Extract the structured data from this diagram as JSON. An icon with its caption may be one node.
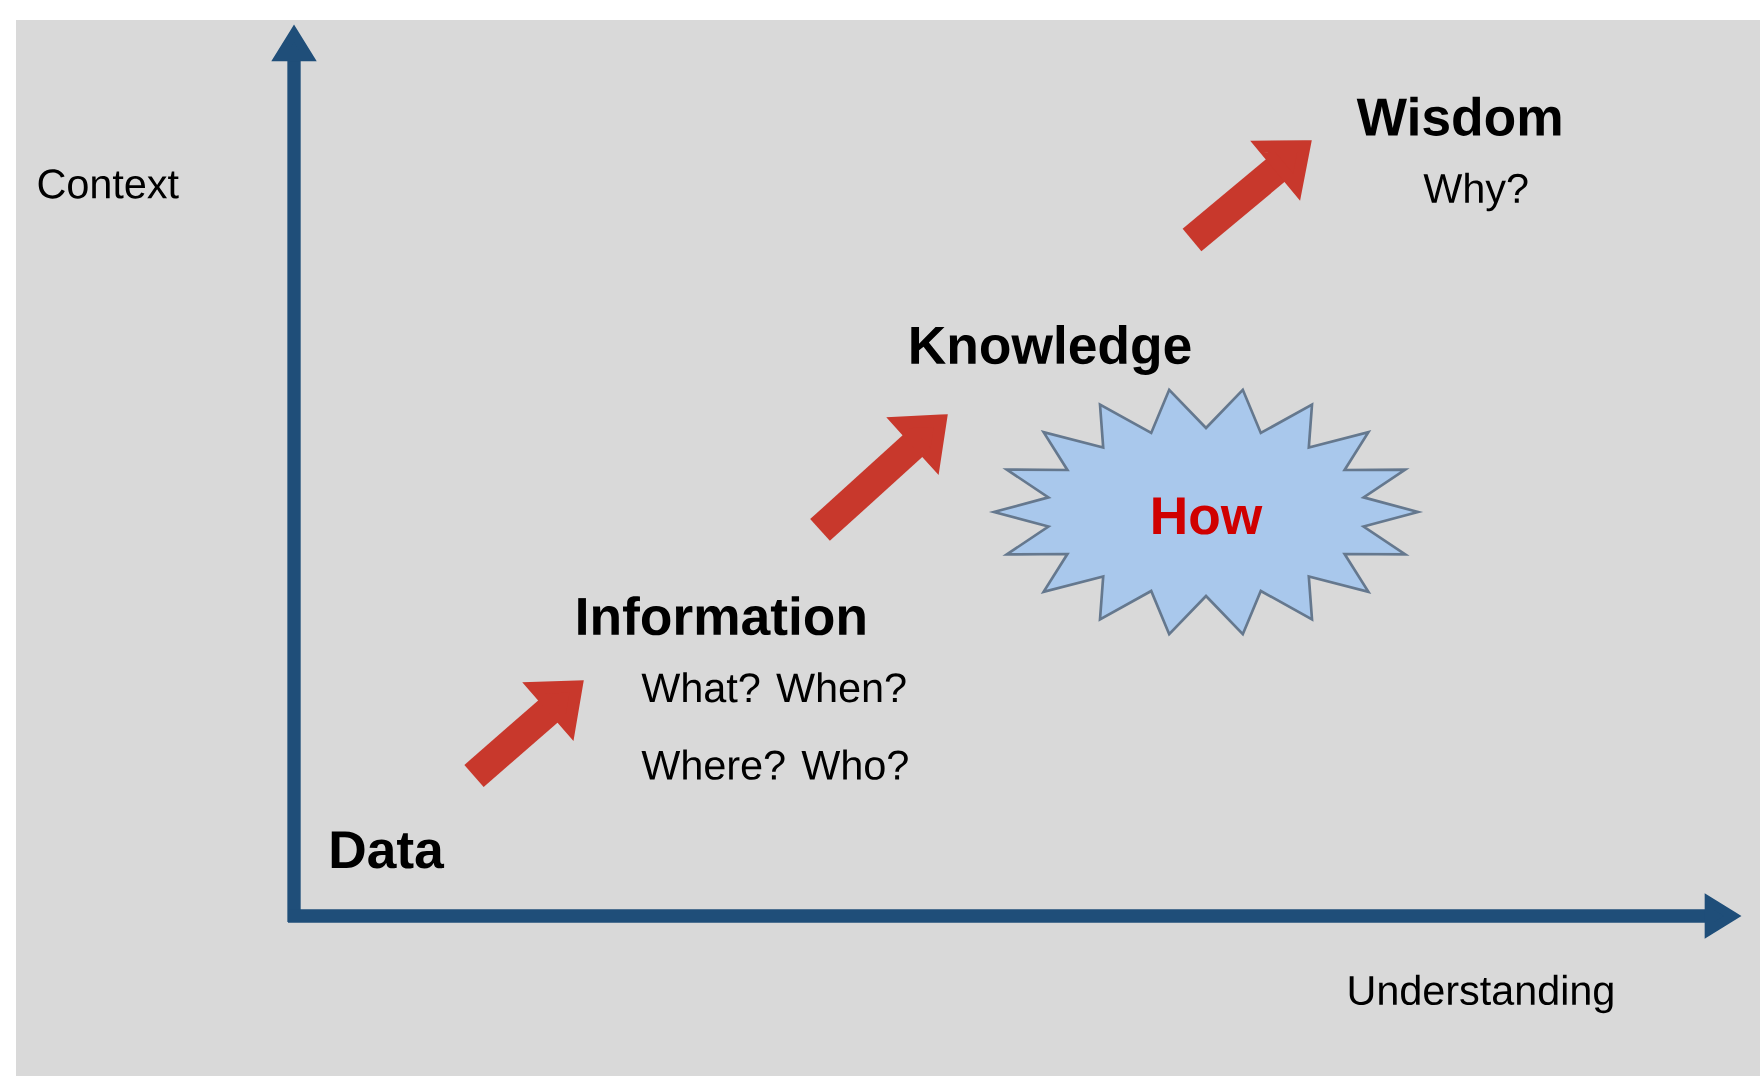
{
  "diagram": {
    "nodes": [
      {
        "text": [
          "Data"
        ]
      },
      {
        "text": [
          "Information",
          "What? When? Where? Who?"
        ]
      },
      {
        "text": [
          "Knowledge"
        ]
      },
      {
        "text": [
          "How"
        ]
      },
      {
        "text": [
          "Wisdom",
          "Why?"
        ]
      }
    ],
    "edges": [
      {
        "from": 0,
        "to": 1,
        "arrow": "to"
      },
      {
        "from": 1,
        "to": 2,
        "arrow": "to"
      },
      {
        "from": 2,
        "to": 4,
        "arrow": "to"
      }
    ],
    "labels": [
      "Context",
      "Understanding"
    ]
  }
}
